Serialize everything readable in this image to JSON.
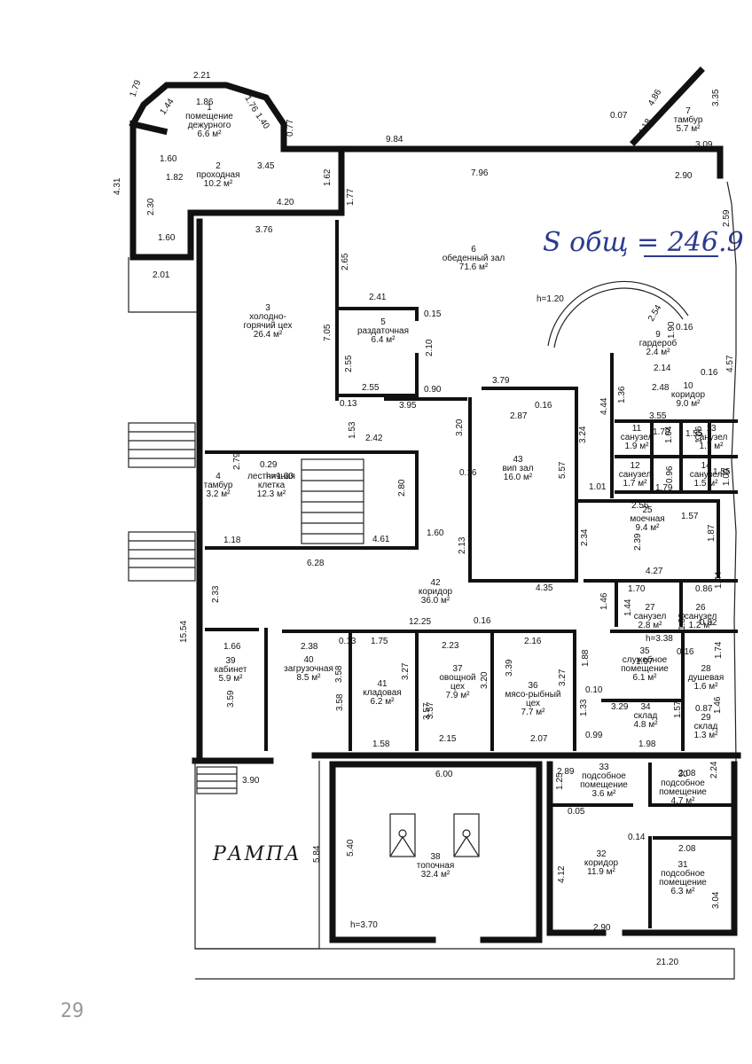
{
  "total_area": "S общ = 246.9",
  "ramp_label": "РАМПА",
  "page_number": "29",
  "rooms": [
    {
      "n": "1",
      "lines": [
        "помещение",
        "дежурного",
        "6.6 м²"
      ]
    },
    {
      "n": "2",
      "lines": [
        "проходная",
        "10.2 м²"
      ]
    },
    {
      "n": "3",
      "lines": [
        "холодно-",
        "горячий цех",
        "26.4 м²"
      ]
    },
    {
      "n": "4",
      "lines": [
        "тамбур",
        "3.2 м²"
      ]
    },
    {
      "n": "5",
      "lines": [
        "раздаточная",
        "6.4 м²"
      ]
    },
    {
      "n": "6",
      "lines": [
        "обеденный зал",
        "71.6 м²"
      ]
    },
    {
      "n": "7",
      "lines": [
        "тамбур",
        "5.7 м²"
      ]
    },
    {
      "n": "9",
      "lines": [
        "гардероб",
        "2.4 м²"
      ]
    },
    {
      "n": "10",
      "lines": [
        "коридор",
        "9.0 м²"
      ]
    },
    {
      "n": "11",
      "lines": [
        "санузел",
        "1.9 м²"
      ]
    },
    {
      "n": "12",
      "lines": [
        "санузел",
        "1.7 м²"
      ]
    },
    {
      "n": "13",
      "lines": [
        "санузел",
        "1.7 м²"
      ]
    },
    {
      "n": "14",
      "lines": [
        "санузел",
        "1.5 м²"
      ]
    },
    {
      "n": "25",
      "lines": [
        "моечная",
        "9.4 м²"
      ]
    },
    {
      "n": "26",
      "lines": [
        "санузел",
        "1.2 м²"
      ]
    },
    {
      "n": "27",
      "lines": [
        "санузел",
        "2.8 м²"
      ]
    },
    {
      "n": "28",
      "lines": [
        "душевая",
        "1.6 м²"
      ]
    },
    {
      "n": "29",
      "lines": [
        "склад",
        "1.3 м²"
      ]
    },
    {
      "n": "30",
      "lines": [
        "подсобное",
        "помещение",
        "4.7 м²"
      ]
    },
    {
      "n": "31",
      "lines": [
        "подсобное",
        "помещение",
        "6.3 м²"
      ]
    },
    {
      "n": "32",
      "lines": [
        "коридор",
        "11.9 м²"
      ]
    },
    {
      "n": "33",
      "lines": [
        "подсобное",
        "помещение",
        "3.6 м²"
      ]
    },
    {
      "n": "34",
      "lines": [
        "склад",
        "4.8 м²"
      ]
    },
    {
      "n": "35",
      "lines": [
        "служебное",
        "помещение",
        "6.1 м²"
      ]
    },
    {
      "n": "36",
      "lines": [
        "мясо-рыбный",
        "цех",
        "7.7 м²"
      ]
    },
    {
      "n": "37",
      "lines": [
        "овощной",
        "цех",
        "7.9 м²"
      ]
    },
    {
      "n": "38",
      "lines": [
        "топочная",
        "32.4 м²"
      ]
    },
    {
      "n": "39",
      "lines": [
        "кабинет",
        "5.9 м²"
      ]
    },
    {
      "n": "40",
      "lines": [
        "загрузочная",
        "8.5 м²"
      ]
    },
    {
      "n": "41",
      "lines": [
        "кладовая",
        "6.2 м²"
      ]
    },
    {
      "n": "42",
      "lines": [
        "коридор",
        "36.0 м²"
      ]
    },
    {
      "n": "43",
      "lines": [
        "вип зал",
        "16.0 м²"
      ]
    },
    {
      "n": "",
      "lines": [
        "лестничная",
        "клетка",
        "12.3 м²"
      ]
    }
  ],
  "heights": [
    "h=1.20",
    "h=1.60",
    "h=3.38",
    "h=3.70"
  ],
  "dimensions": [
    "2.21",
    "1.79",
    "1.86",
    "1.76",
    "1.44",
    "1.40",
    "0.77",
    "3.45",
    "1.60",
    "1.82",
    "4.31",
    "2.30",
    "1.60",
    "2.01",
    "9.84",
    "7.96",
    "4.86",
    "0.07",
    "3.35",
    "4.18",
    "3.09",
    "2.90",
    "2.59",
    "1.62",
    "1.77",
    "4.20",
    "3.76",
    "2.65",
    "2.41",
    "0.15",
    "7.05",
    "2.10",
    "2.55",
    "2.55",
    "0.90",
    "0.13",
    "3.95",
    "3.79",
    "2.87",
    "0.16",
    "1.53",
    "2.42",
    "3.20",
    "3.24",
    "4.44",
    "2.54",
    "1.90",
    "0.16",
    "0.16",
    "2.14",
    "4.57",
    "1.36",
    "2.48",
    "3.55",
    "1.79",
    "1.55",
    "1.04",
    "1.06",
    "0.96",
    "1.55",
    "1.00",
    "1.79",
    "1.01",
    "5.57",
    "0.16",
    "2.79",
    "0.29",
    "2.80",
    "1.18",
    "4.61",
    "1.60",
    "6.28",
    "2.13",
    "2.34",
    "2.56",
    "1.57",
    "2.39",
    "1.87",
    "4.27",
    "4.35",
    "2.33",
    "15.54",
    "1.46",
    "1.70",
    "1.44",
    "0.86",
    "1.44",
    "1.33",
    "0.82",
    "12.25",
    "0.16",
    "1.66",
    "2.38",
    "0.13",
    "1.75",
    "2.23",
    "2.16",
    "3.27",
    "3.58",
    "3.27",
    "3.39",
    "3.57",
    "3.20",
    "3.59",
    "3.58",
    "1.88",
    "0.16",
    "1.97",
    "1.74",
    "0.10",
    "3.29",
    "1.33",
    "1.57",
    "0.87",
    "1.46",
    "1.58",
    "3.57",
    "2.15",
    "2.07",
    "0.99",
    "1.98",
    "2.89",
    "1.25",
    "0.05",
    "2.08",
    "2.24",
    "0.14",
    "2.08",
    "6.00",
    "3.90",
    "5.40",
    "5.84",
    "4.12",
    "3.04",
    "2.90",
    "21.20"
  ]
}
